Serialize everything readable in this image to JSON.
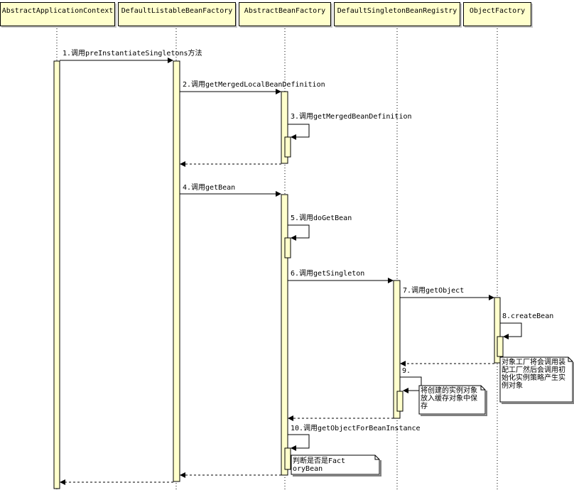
{
  "lifelines": [
    {
      "name": "AbstractApplicationContext"
    },
    {
      "name": "DefaultListableBeanFactory"
    },
    {
      "name": "AbstractBeanFactory"
    },
    {
      "name": "DefaultSingletonBeanRegistry"
    },
    {
      "name": "ObjectFactory"
    }
  ],
  "messages": [
    {
      "label": "1.调用preInstantiateSingletons方法"
    },
    {
      "label": "2.调用getMergedLocalBeanDefinition"
    },
    {
      "label": "3.调用getMergedBeanDefinition"
    },
    {
      "label": "4.调用getBean"
    },
    {
      "label": "5.调用doGetBean"
    },
    {
      "label": "6.调用getSingleton"
    },
    {
      "label": "7.调用getObject"
    },
    {
      "label": "8.createBean"
    },
    {
      "label": "9."
    },
    {
      "label": "10.调用getObjectForBeanInstance"
    }
  ],
  "notes": [
    {
      "text": "对象工厂将会调用装配工厂然后会调用初始化实例策略产生实例对象"
    },
    {
      "text": "将创建的实例对象放入缓存对象中保存"
    },
    {
      "text": "判断是否是FactoryBean"
    }
  ],
  "colors": {
    "head_fill": "#ffffcc",
    "activation_fill": "#ffffcc",
    "line": "#000000"
  }
}
